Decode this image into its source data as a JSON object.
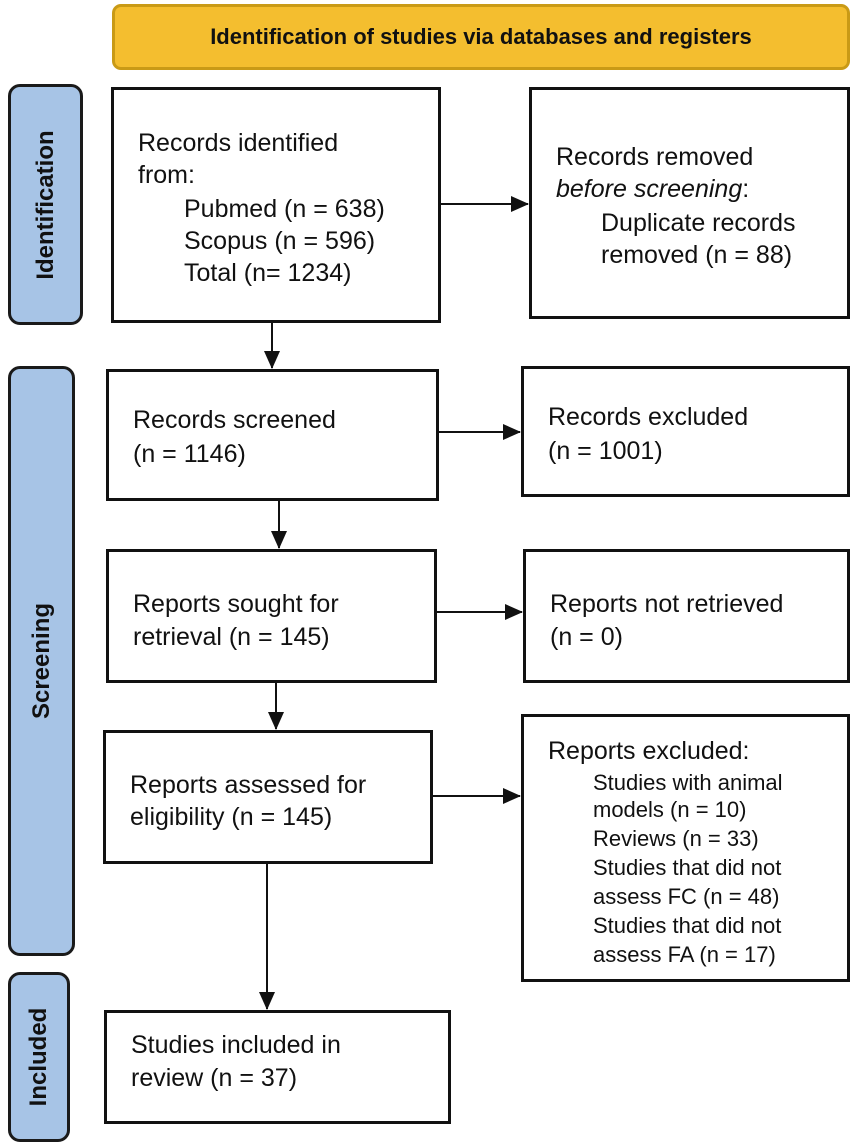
{
  "header": {
    "title": "Identification of studies via databases and registers"
  },
  "phases": {
    "identification": "Identification",
    "screening": "Screening",
    "included": "Included"
  },
  "records_identified": {
    "line1": "Records identified",
    "line2": "from:",
    "pubmed": "Pubmed (n = 638)",
    "scopus": "Scopus (n = 596)",
    "total": "Total (n= 1234)"
  },
  "records_removed": {
    "line1": "Records removed",
    "line2_italic": "before screening",
    "line2_suffix": ":",
    "line3": "Duplicate records",
    "line4": "removed (n = 88)"
  },
  "records_screened": {
    "line1": "Records screened",
    "line2": "(n = 1146)"
  },
  "records_excluded": {
    "line1": "Records excluded",
    "line2": "(n = 1001)"
  },
  "reports_sought": {
    "line1": "Reports sought for",
    "line2": "retrieval (n = 145)"
  },
  "reports_not_retrieved": {
    "line1": "Reports not retrieved",
    "line2": "(n = 0)"
  },
  "reports_assessed": {
    "line1": "Reports assessed for",
    "line2": "eligibility (n = 145)"
  },
  "reports_excluded": {
    "heading": "Reports excluded:",
    "lines": [
      "Studies with animal",
      "models (n = 10)",
      "Reviews (n = 33)",
      "Studies that did not",
      "assess FC (n = 48)",
      "Studies that did not",
      "assess FA (n = 17)"
    ]
  },
  "studies_included": {
    "line1": "Studies included in",
    "line2": "review (n = 37)"
  },
  "colors": {
    "banner": "#F4BE2F",
    "phase": "#A7C4E6",
    "border": "#111111"
  }
}
